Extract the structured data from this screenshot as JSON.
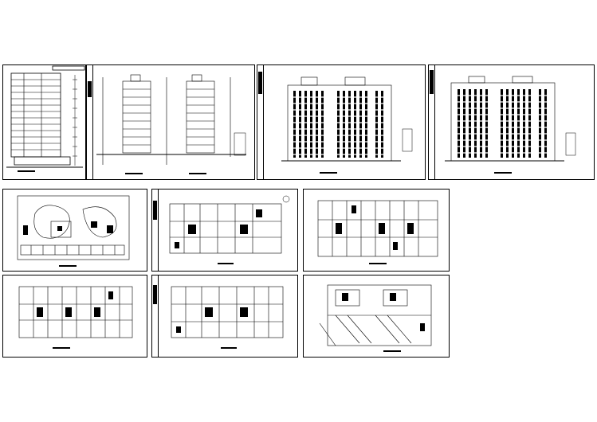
{
  "sheets": [
    {
      "id": "A",
      "type": "elevation-side",
      "caption": ""
    },
    {
      "id": "B",
      "type": "elevation-pair",
      "caption": ""
    },
    {
      "id": "C",
      "type": "elevation-front",
      "caption": ""
    },
    {
      "id": "D",
      "type": "elevation-front",
      "caption": ""
    },
    {
      "id": "E",
      "type": "plan-site",
      "caption": ""
    },
    {
      "id": "F",
      "type": "plan-ground",
      "caption": ""
    },
    {
      "id": "G",
      "type": "plan-typical",
      "caption": ""
    },
    {
      "id": "H",
      "type": "plan-typical",
      "caption": ""
    },
    {
      "id": "I",
      "type": "plan-typical",
      "caption": ""
    },
    {
      "id": "J",
      "type": "plan-roof",
      "caption": ""
    }
  ],
  "colors": {
    "line": "#000000",
    "background": "#ffffff"
  }
}
